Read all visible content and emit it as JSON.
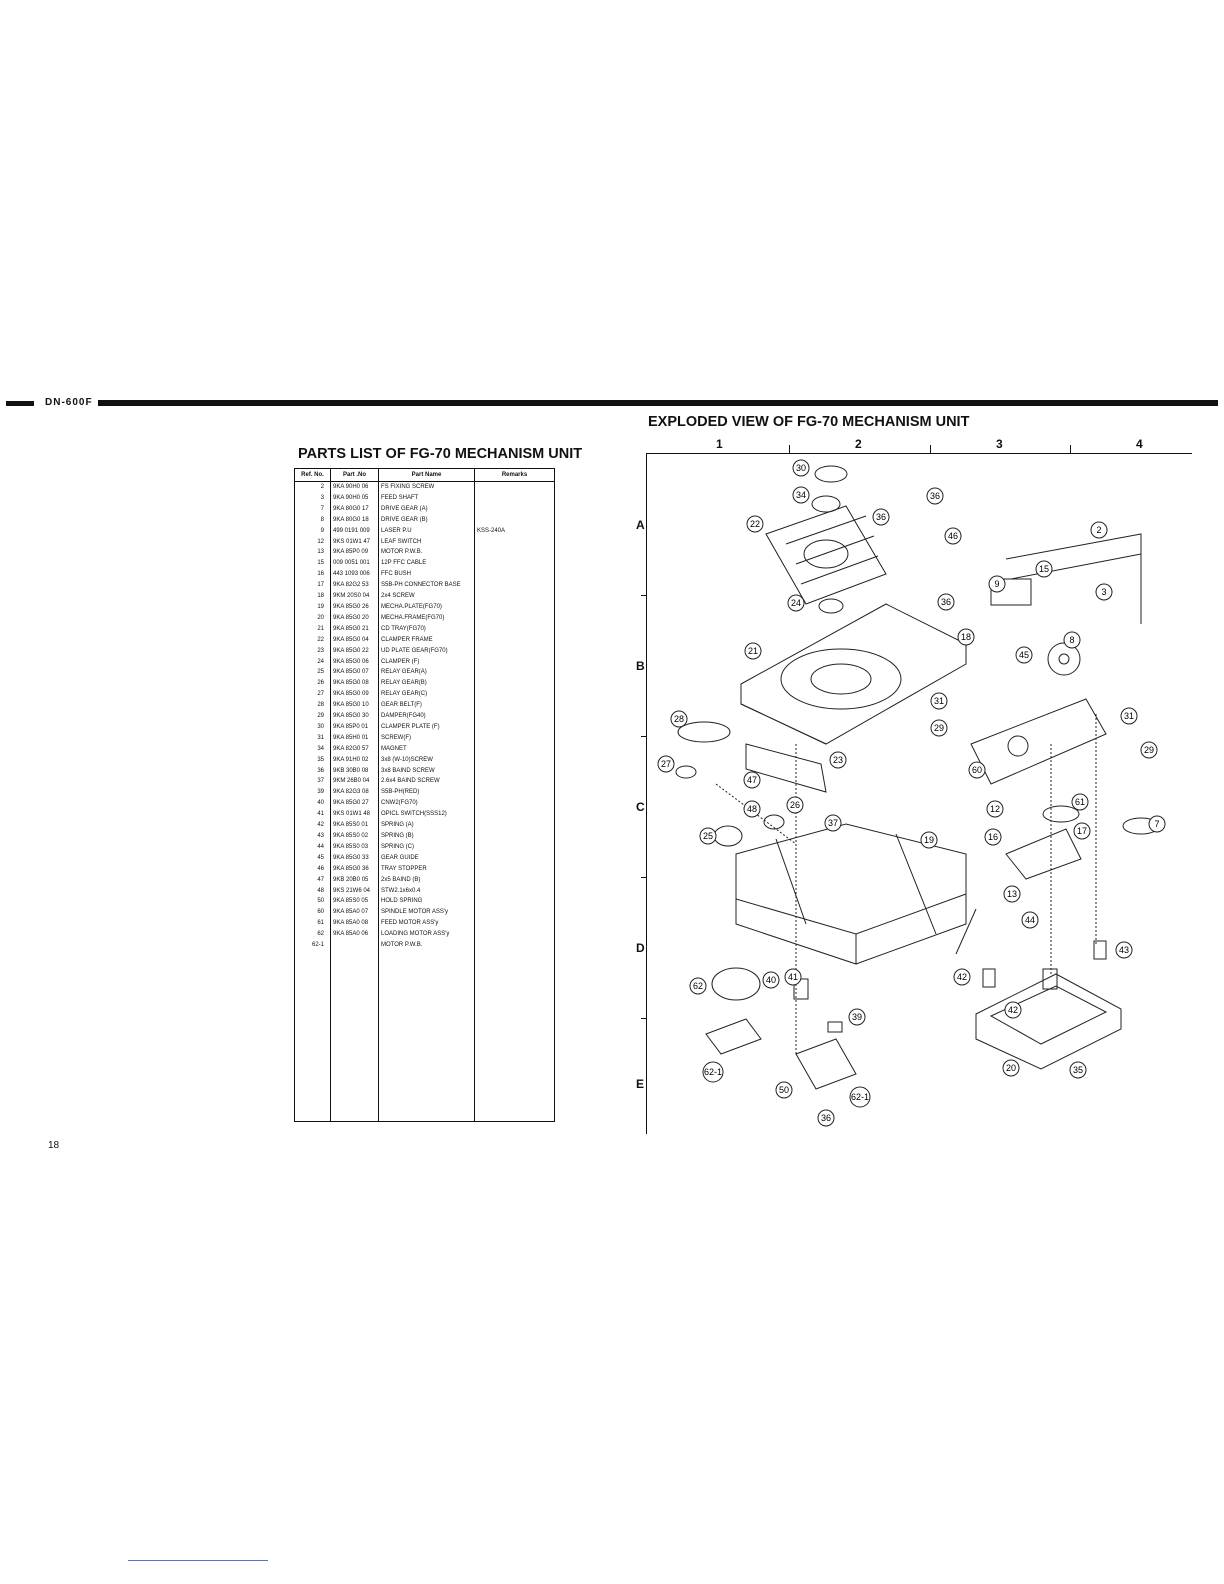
{
  "header": {
    "model": "DN-600F"
  },
  "parts_list": {
    "title": "PARTS LIST OF FG-70 MECHANISM UNIT",
    "columns": [
      "Ref. No.",
      "Part .No",
      "Part Name",
      "Remarks"
    ],
    "rows": [
      {
        "ref": "2",
        "part_no": "9KA 90H0 06",
        "name": "FS FIXING SCREW",
        "remarks": ""
      },
      {
        "ref": "3",
        "part_no": "9KA 90H0 05",
        "name": "FEED SHAFT",
        "remarks": ""
      },
      {
        "ref": "7",
        "part_no": "9KA 80G0 17",
        "name": "DRIVE GEAR (A)",
        "remarks": ""
      },
      {
        "ref": "8",
        "part_no": "9KA 80G0 18",
        "name": "DRIVE GEAR (B)",
        "remarks": ""
      },
      {
        "ref": "9",
        "part_no": "499 0191 009",
        "name": "LASER P.U",
        "remarks": "KSS-240A"
      },
      {
        "ref": "12",
        "part_no": "9KS 01W1 47",
        "name": "LEAF SWITCH",
        "remarks": ""
      },
      {
        "ref": "13",
        "part_no": "9KA 85P0 09",
        "name": "MOTOR P.W.B.",
        "remarks": ""
      },
      {
        "ref": "15",
        "part_no": "009 0051 001",
        "name": "12P FFC CABLE",
        "remarks": ""
      },
      {
        "ref": "16",
        "part_no": "443 1093 006",
        "name": "FFC BUSH",
        "remarks": ""
      },
      {
        "ref": "17",
        "part_no": "9KA 82G2 53",
        "name": "S5B-PH CONNECTOR BASE",
        "remarks": ""
      },
      {
        "ref": "18",
        "part_no": "9KM 20S0 04",
        "name": "2x4 SCREW",
        "remarks": ""
      },
      {
        "ref": "19",
        "part_no": "9KA 85G0 26",
        "name": "MECHA.PLATE(FG70)",
        "remarks": ""
      },
      {
        "ref": "20",
        "part_no": "9KA 85G0 20",
        "name": "MECHA.FRAME(FG70)",
        "remarks": ""
      },
      {
        "ref": "21",
        "part_no": "9KA 85G0 21",
        "name": "CD TRAY(FG70)",
        "remarks": ""
      },
      {
        "ref": "22",
        "part_no": "9KA 85G0 04",
        "name": "CLAMPER FRAME",
        "remarks": ""
      },
      {
        "ref": "23",
        "part_no": "9KA 85G0 22",
        "name": "UD PLATE GEAR(FG70)",
        "remarks": ""
      },
      {
        "ref": "24",
        "part_no": "9KA 85G0 06",
        "name": "CLAMPER (F)",
        "remarks": ""
      },
      {
        "ref": "25",
        "part_no": "9KA 85G0 07",
        "name": "RELAY GEAR(A)",
        "remarks": ""
      },
      {
        "ref": "26",
        "part_no": "9KA 85G0 08",
        "name": "RELAY GEAR(B)",
        "remarks": ""
      },
      {
        "ref": "27",
        "part_no": "9KA 85G0 09",
        "name": "RELAY GEAR(C)",
        "remarks": ""
      },
      {
        "ref": "28",
        "part_no": "9KA 85G0 10",
        "name": "GEAR BELT(F)",
        "remarks": ""
      },
      {
        "ref": "29",
        "part_no": "9KA 85G0 30",
        "name": "DAMPER(FG40)",
        "remarks": ""
      },
      {
        "ref": "30",
        "part_no": "9KA 85P0 01",
        "name": "CLAMPER PLATE (F)",
        "remarks": ""
      },
      {
        "ref": "31",
        "part_no": "9KA 85H0 01",
        "name": "SCREW(F)",
        "remarks": ""
      },
      {
        "ref": "34",
        "part_no": "9KA 82G0 57",
        "name": "MAGNET",
        "remarks": ""
      },
      {
        "ref": "35",
        "part_no": "9KA 91H0 02",
        "name": "3x8 (W-10)SCREW",
        "remarks": ""
      },
      {
        "ref": "36",
        "part_no": "9KB 30B0 08",
        "name": "3x8 BAIND SCREW",
        "remarks": ""
      },
      {
        "ref": "37",
        "part_no": "9KM 26B0 04",
        "name": "2.6x4 BAIND SCREW",
        "remarks": ""
      },
      {
        "ref": "39",
        "part_no": "9KA 82G3 08",
        "name": "S5B-PH(RED)",
        "remarks": ""
      },
      {
        "ref": "40",
        "part_no": "9KA 85G0 27",
        "name": "CNW2(FG70)",
        "remarks": ""
      },
      {
        "ref": "41",
        "part_no": "9KS 01W1 48",
        "name": "OPICL SWITCH(SSS12)",
        "remarks": ""
      },
      {
        "ref": "42",
        "part_no": "9KA 85S0 01",
        "name": "SPRING (A)",
        "remarks": ""
      },
      {
        "ref": "43",
        "part_no": "9KA 85S0 02",
        "name": "SPRING (B)",
        "remarks": ""
      },
      {
        "ref": "44",
        "part_no": "9KA 85S0 03",
        "name": "SPRING (C)",
        "remarks": ""
      },
      {
        "ref": "45",
        "part_no": "9KA 85G0 33",
        "name": "GEAR GUIDE",
        "remarks": ""
      },
      {
        "ref": "46",
        "part_no": "9KA 85G0 36",
        "name": "TRAY STOPPER",
        "remarks": ""
      },
      {
        "ref": "47",
        "part_no": "9KB 20B0 05",
        "name": "2x5 BAIND (B)",
        "remarks": ""
      },
      {
        "ref": "48",
        "part_no": "9KS 21W6 04",
        "name": "STW2.1x6x0.4",
        "remarks": ""
      },
      {
        "ref": "50",
        "part_no": "9KA 85S0 05",
        "name": "HOLD SPRING",
        "remarks": ""
      },
      {
        "ref": "60",
        "part_no": "9KA 85A0 07",
        "name": "SPINDLE MOTOR ASS'y",
        "remarks": ""
      },
      {
        "ref": "61",
        "part_no": "9KA 85A0 08",
        "name": "FEED MOTOR ASS'y",
        "remarks": ""
      },
      {
        "ref": "62",
        "part_no": "9KA 85A0 06",
        "name": "LOADING MOTOR ASS'y",
        "remarks": ""
      },
      {
        "ref": "62-1",
        "part_no": "",
        "name": "MOTOR P.W.B.",
        "remarks": ""
      }
    ]
  },
  "exploded_view": {
    "title": "EXPLODED VIEW OF FG-70 MECHANISM UNIT",
    "grid_columns": [
      "1",
      "2",
      "3",
      "4"
    ],
    "grid_rows": [
      "A",
      "B",
      "C",
      "D",
      "E"
    ],
    "callouts": [
      "30",
      "34",
      "36",
      "36",
      "46",
      "22",
      "2",
      "15",
      "3",
      "9",
      "36",
      "24",
      "18",
      "45",
      "8",
      "21",
      "31",
      "31",
      "28",
      "29",
      "29",
      "60",
      "23",
      "27",
      "47",
      "48",
      "26",
      "37",
      "12",
      "61",
      "25",
      "19",
      "16",
      "17",
      "7",
      "13",
      "44",
      "43",
      "62",
      "40",
      "41",
      "42",
      "42",
      "39",
      "62-1",
      "20",
      "35",
      "50",
      "62-1",
      "36"
    ]
  },
  "page_number": "18"
}
